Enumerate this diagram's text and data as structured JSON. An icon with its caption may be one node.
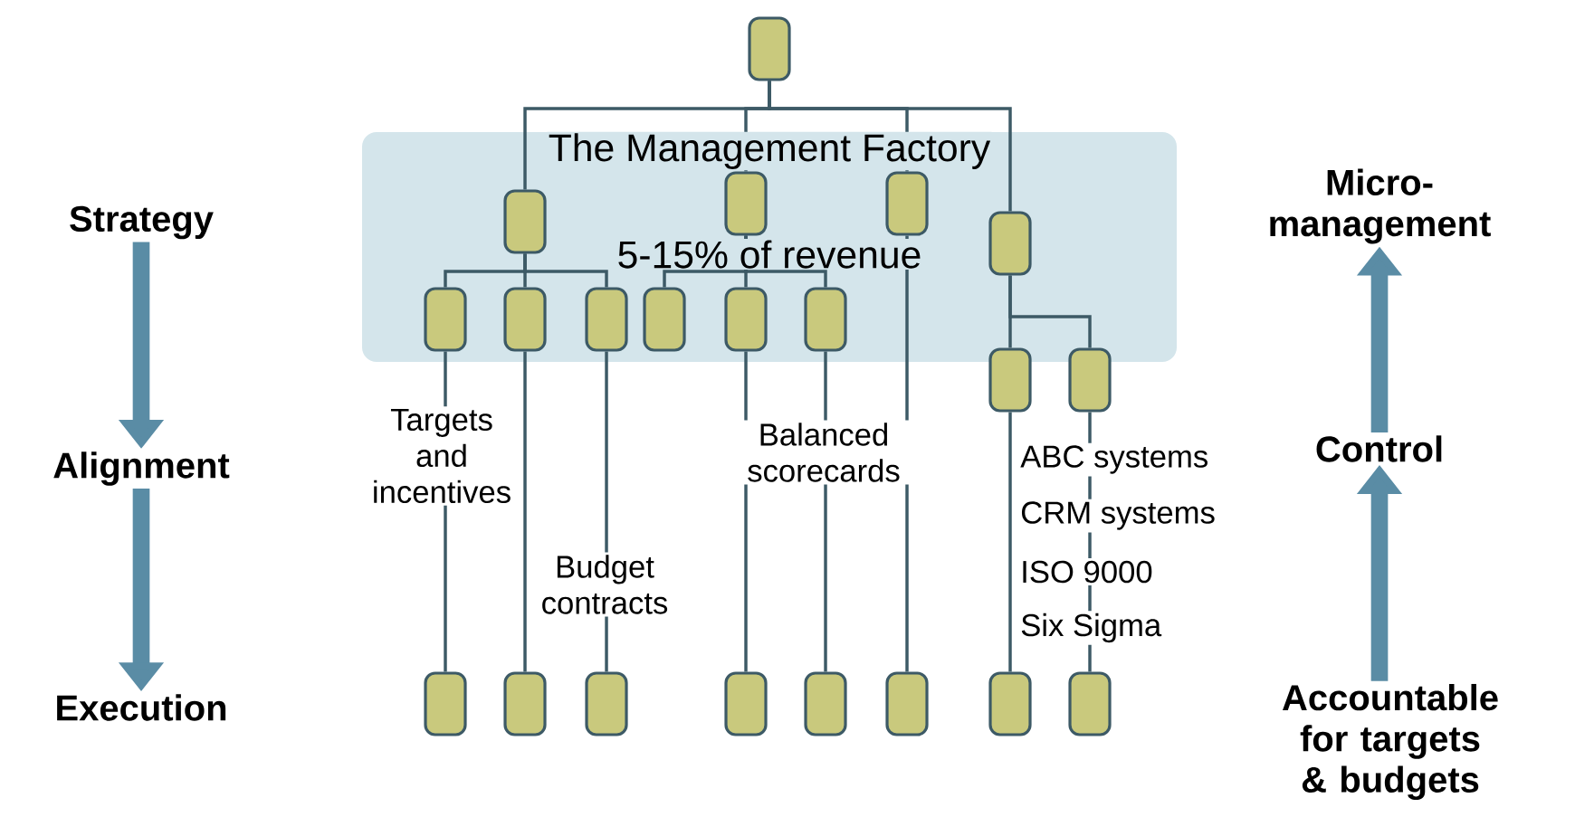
{
  "diagram": {
    "nodes": [
      {
        "text": [],
        "shape": "box"
      },
      {
        "text": [
          "The Management Factory",
          "5-15% of revenue"
        ]
      },
      {
        "text": [],
        "shape": "box",
        "in": 1
      },
      {
        "text": [],
        "shape": "box",
        "in": 1
      },
      {
        "text": [],
        "shape": "box",
        "in": 1
      },
      {
        "text": [],
        "shape": "box",
        "in": 1
      },
      {
        "text": [],
        "shape": "box",
        "in": 1
      },
      {
        "text": [],
        "shape": "box",
        "in": 1
      },
      {
        "text": [],
        "shape": "box",
        "in": 1
      },
      {
        "text": [],
        "shape": "box",
        "in": 1
      },
      {
        "text": [],
        "shape": "box",
        "in": 1
      },
      {
        "text": [],
        "shape": "box",
        "in": 1
      },
      {
        "text": [],
        "shape": "box"
      },
      {
        "text": [],
        "shape": "box"
      },
      {
        "text": [],
        "shape": "box"
      },
      {
        "text": [],
        "shape": "box"
      },
      {
        "text": [],
        "shape": "box"
      },
      {
        "text": [],
        "shape": "box"
      },
      {
        "text": [],
        "shape": "box"
      },
      {
        "text": [],
        "shape": "box"
      },
      {
        "text": [],
        "shape": "box"
      },
      {
        "text": [],
        "shape": "box"
      },
      {
        "text": [
          "Strategy"
        ]
      },
      {
        "text": [
          "Alignment"
        ]
      },
      {
        "text": [
          "Execution"
        ]
      },
      {
        "text": [
          "Micro-management"
        ]
      },
      {
        "text": [
          "Control"
        ]
      },
      {
        "text": [
          "Accountable for targets & budgets"
        ]
      }
    ],
    "edges": [
      {
        "from": 0,
        "to": 2,
        "arrow": "none"
      },
      {
        "from": 0,
        "to": 3,
        "arrow": "none"
      },
      {
        "from": 0,
        "to": 4,
        "arrow": "none"
      },
      {
        "from": 0,
        "to": 5,
        "arrow": "none"
      },
      {
        "from": 2,
        "to": 6,
        "arrow": "none"
      },
      {
        "from": 2,
        "to": 7,
        "arrow": "none"
      },
      {
        "from": 2,
        "to": 8,
        "arrow": "none"
      },
      {
        "from": 3,
        "to": 9,
        "arrow": "none"
      },
      {
        "from": 3,
        "to": 10,
        "arrow": "none"
      },
      {
        "from": 3,
        "to": 11,
        "arrow": "none"
      },
      {
        "from": 5,
        "to": 12,
        "arrow": "none"
      },
      {
        "from": 5,
        "to": 13,
        "arrow": "none"
      },
      {
        "from": 6,
        "to": 14,
        "arrow": "none",
        "label": "Targets and incentives"
      },
      {
        "from": 7,
        "to": 15,
        "arrow": "none"
      },
      {
        "from": 8,
        "to": 16,
        "arrow": "none",
        "label": "Budget contracts"
      },
      {
        "from": 10,
        "to": 17,
        "arrow": "none"
      },
      {
        "from": 11,
        "to": 18,
        "arrow": "none",
        "label": "Balanced scorecards"
      },
      {
        "from": 4,
        "to": 19,
        "arrow": "none"
      },
      {
        "from": 12,
        "to": 20,
        "arrow": "none"
      },
      {
        "from": 13,
        "to": 21,
        "arrow": "none"
      },
      {
        "from": 22,
        "to": 23,
        "arrow": "to",
        "style": "thick",
        "color": "#5a8ca5"
      },
      {
        "from": 23,
        "to": 24,
        "arrow": "to",
        "style": "thick",
        "color": "#5a8ca5"
      },
      {
        "from": 27,
        "to": 26,
        "arrow": "to",
        "style": "thick",
        "color": "#5a8ca5"
      },
      {
        "from": 26,
        "to": 25,
        "arrow": "to",
        "style": "thick",
        "color": "#5a8ca5"
      }
    ],
    "labels": [
      "ABC systems",
      "CRM systems",
      "ISO 9000",
      "Six Sigma"
    ]
  }
}
